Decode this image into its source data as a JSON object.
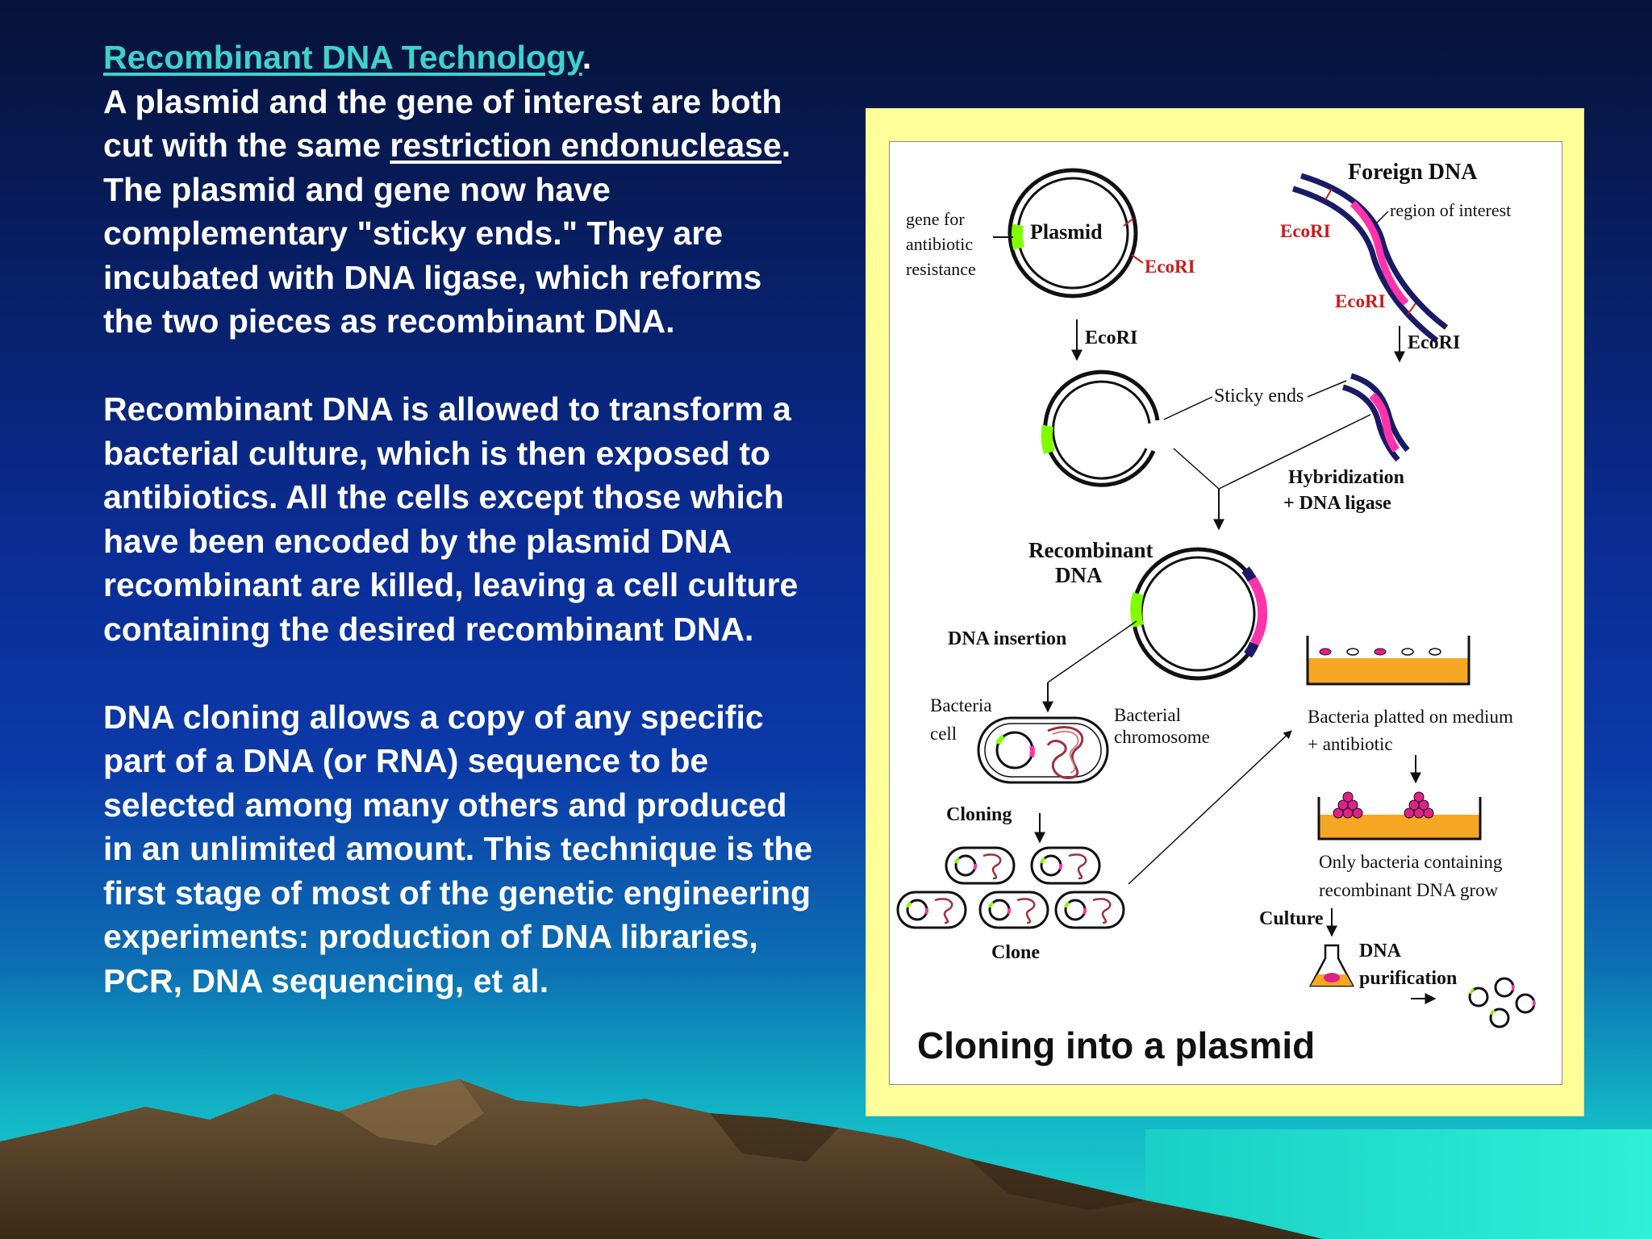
{
  "slide": {
    "title_link": "Recombinant DNA Technology",
    "title_period": ".",
    "para1_a": "A plasmid and the gene of interest are both cut with the same ",
    "para1_link": "restriction endonuclease",
    "para1_b": ". The plasmid and gene now have complementary \"sticky ends.\" They are incubated with DNA ligase, which reforms the two pieces as recombinant DNA.",
    "para2": "Recombinant DNA is allowed to transform a bacterial culture, which is then exposed to antibiotics. All the cells except those which have been encoded by the plasmid DNA recombinant are killed, leaving a cell culture containing the desired recombinant DNA.",
    "para3": "DNA cloning allows a copy of any specific part of a DNA (or RNA) sequence to be selected among many others and produced in an unlimited amount. This technique is the first stage of most of the genetic engineering experiments: production of DNA libraries, PCR, DNA sequencing, et al."
  },
  "figure": {
    "caption": "Cloning into a plasmid",
    "labels": {
      "gene_line1": "gene for",
      "gene_line2": "antibiotic",
      "gene_line3": "resistance",
      "plasmid": "Plasmid",
      "ecori_plasmid": "EcoRI",
      "foreign_dna": "Foreign DNA",
      "region_of_interest": "region of interest",
      "ecori_foreign_top": "EcoRI",
      "ecori_foreign_bottom": "EcoRI",
      "ecori_arrow_left": "EcoRI",
      "ecori_arrow_right": "EcoRI",
      "sticky_ends": "Sticky ends",
      "hybridization_line1": "Hybridization",
      "hybridization_line2": "+ DNA ligase",
      "recombinant_line1": "Recombinant",
      "recombinant_line2": "DNA",
      "dna_insertion": "DNA insertion",
      "bacteria_cell_line1": "Bacteria",
      "bacteria_cell_line2": "cell",
      "bacterial_chromosome_line1": "Bacterial",
      "bacterial_chromosome_line2": "chromosome",
      "cloning": "Cloning",
      "clone": "Clone",
      "platted_line1": "Bacteria platted on medium",
      "platted_line2": "+ antibiotic",
      "only_line1": "Only bacteria containing",
      "only_line2": "recombinant DNA grow",
      "culture": "Culture",
      "dna_purification_line1": "DNA",
      "dna_purification_line2": "purification"
    },
    "colors": {
      "frame": "#ffff99",
      "marker_green": "#7fff00",
      "insert_pink": "#ff33aa",
      "strand_navy": "#1a1a66",
      "cut_red": "#cc1a1a",
      "agar_orange": "#f5a623"
    }
  }
}
